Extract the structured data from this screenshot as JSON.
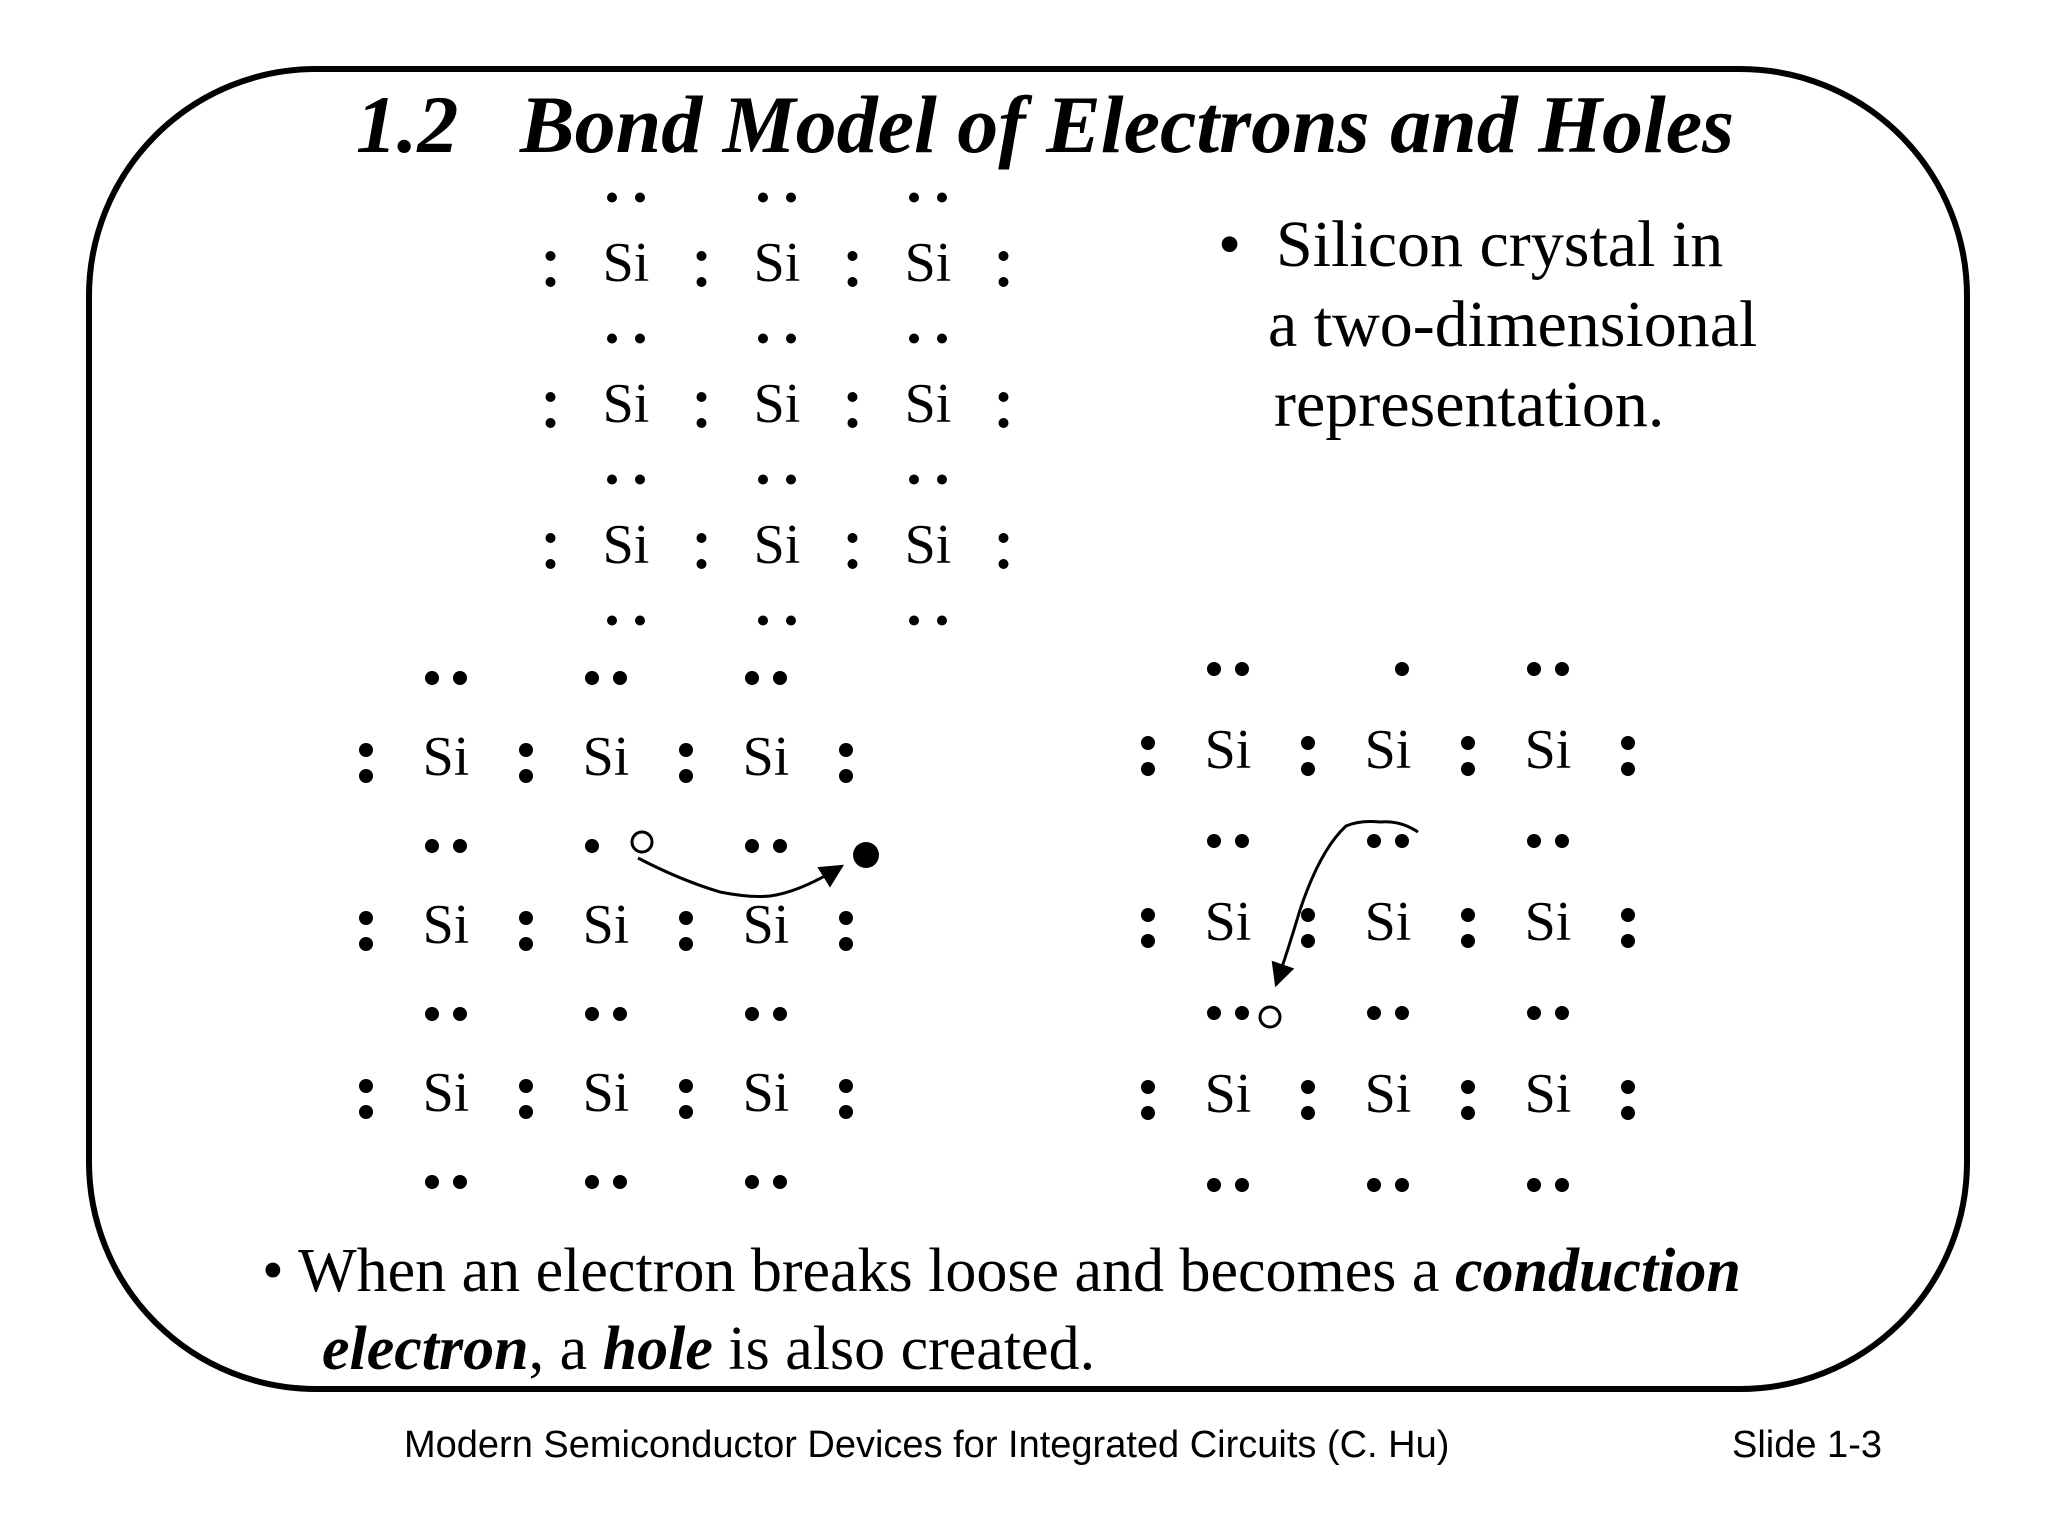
{
  "slide": {
    "title": "1.2   Bond Model of Electrons and Holes",
    "bullet_symbol": "•",
    "top_bullet": {
      "line1": "Silicon crystal in",
      "line2": "a two-dimensional",
      "line3": "representation."
    },
    "bottom_bullet": {
      "p1": "When an electron breaks loose and becomes a ",
      "conduction": "conduction",
      "electron": "electron",
      "p2": ", a ",
      "hole": "hole",
      "p3": " is also created."
    },
    "footer": {
      "left": "Modern Semiconductor Devices for Integrated Circuits (C. Hu)",
      "right": "Slide 1-3"
    }
  },
  "lattices": [
    {
      "atom_label": "Si",
      "rows": 3,
      "cols": 3
    },
    {
      "atom_label": "Si",
      "rows": 3,
      "cols": 3
    },
    {
      "atom_label": "Si",
      "rows": 3,
      "cols": 3
    }
  ]
}
